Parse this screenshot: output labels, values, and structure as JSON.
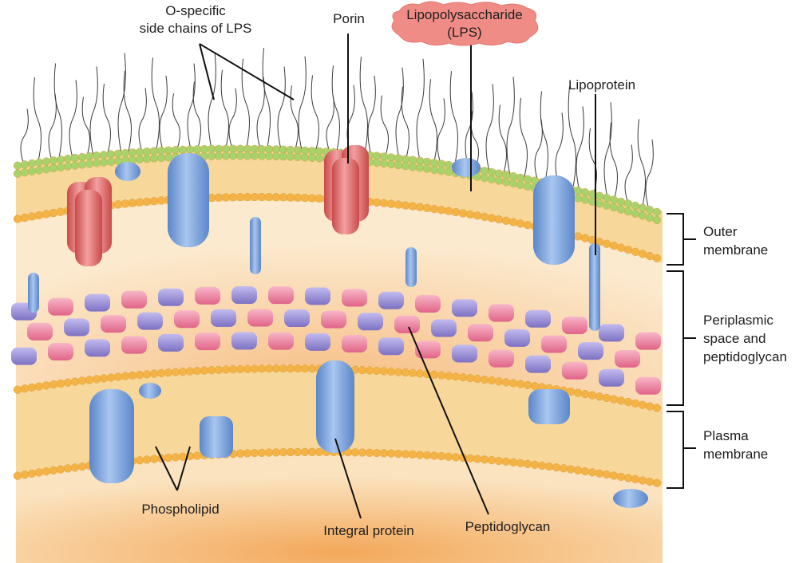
{
  "labels": {
    "o_chains": [
      "O-specific",
      "side chains of LPS"
    ],
    "porin": "Porin",
    "lps": [
      "Lipopolysaccharide",
      "(LPS)"
    ],
    "lipoprotein": "Lipoprotein",
    "outer_membrane": [
      "Outer",
      "membrane"
    ],
    "periplasm": [
      "Periplasmic",
      "space and",
      "peptidoglycan"
    ],
    "plasma_membrane": [
      "Plasma",
      "membrane"
    ],
    "phospholipid": "Phospholipid",
    "integral_protein": "Integral protein",
    "peptidoglycan": "Peptidoglycan"
  },
  "colors": {
    "lipid_head": "#f4b347",
    "lipid_tail": "#f7d79a",
    "lps_green": "#a9d26d",
    "porin": "#e8726e",
    "protein_blue": "#7ea7dd",
    "pg_pink": "#f08aa6",
    "pg_purple": "#9a8fd6",
    "lps_cloud": "#f08c86",
    "interior": "#f6c98e"
  }
}
